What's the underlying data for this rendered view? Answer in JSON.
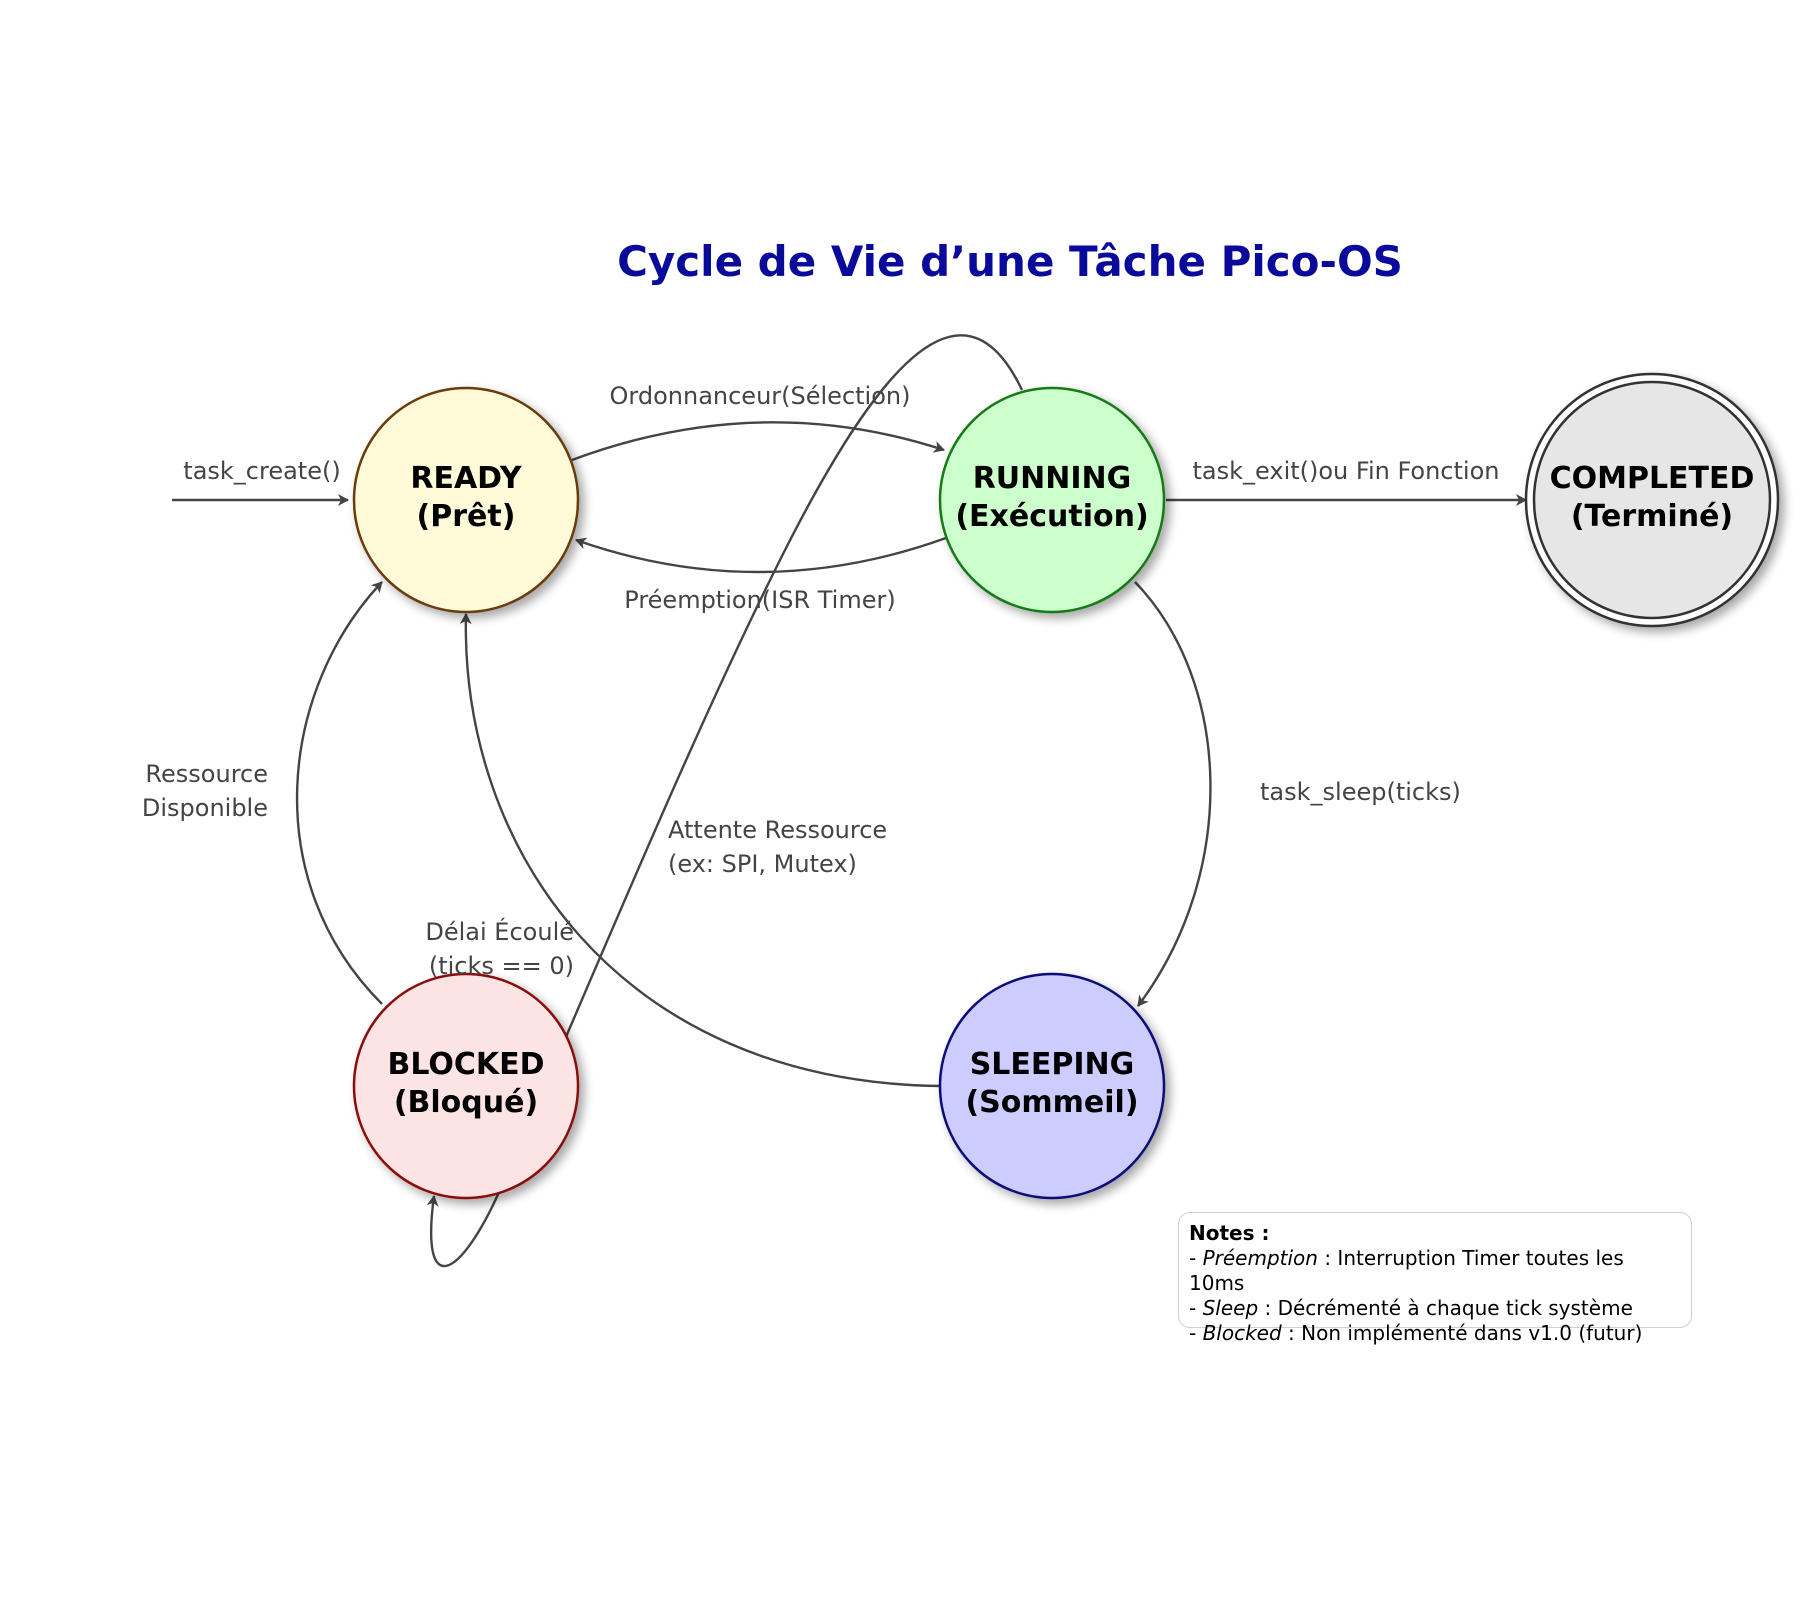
{
  "title": "Cycle de Vie d’une Tâche Pico-OS",
  "colors": {
    "title": "#0a0a9a",
    "edge": "#444444",
    "ready_fill": "#fffad8",
    "ready_stroke": "#6b3b0a",
    "running_fill": "#ccffcc",
    "running_stroke": "#127a12",
    "completed_fill": "#e6e6e6",
    "completed_stroke": "#333333",
    "blocked_fill": "#fde4e4",
    "blocked_stroke": "#8a0a0a",
    "sleeping_fill": "#ccccff",
    "sleeping_stroke": "#0a0a7a"
  },
  "states": {
    "ready": {
      "name": "READY",
      "sub": "(Prêt)"
    },
    "running": {
      "name": "RUNNING",
      "sub": "(Exécution)"
    },
    "completed": {
      "name": "COMPLETED",
      "sub": "(Terminé)"
    },
    "blocked": {
      "name": "BLOCKED",
      "sub": "(Bloqué)"
    },
    "sleeping": {
      "name": "SLEEPING",
      "sub": "(Sommeil)"
    }
  },
  "transitions": {
    "create": "task_create()",
    "schedule": "Ordonnanceur(Sélection)",
    "preempt": "Préemption(ISR Timer)",
    "exit": "task_exit()ou Fin Fonction",
    "sleep": "task_sleep(ticks)",
    "resource_available": [
      "Ressource",
      "Disponible"
    ],
    "wait_resource": [
      "Attente Ressource",
      "(ex: SPI, Mutex)"
    ],
    "delay_elapsed": [
      "Délai Écoulé",
      "(ticks == 0)"
    ]
  },
  "notes": {
    "heading": "Notes :",
    "items": [
      {
        "term": "Préemption",
        "text": " : Interruption Timer toutes les 10ms"
      },
      {
        "term": "Sleep",
        "text": " : Décrémenté à chaque tick système"
      },
      {
        "term": "Blocked",
        "text": " : Non implémenté dans v1.0 (futur)"
      }
    ]
  }
}
